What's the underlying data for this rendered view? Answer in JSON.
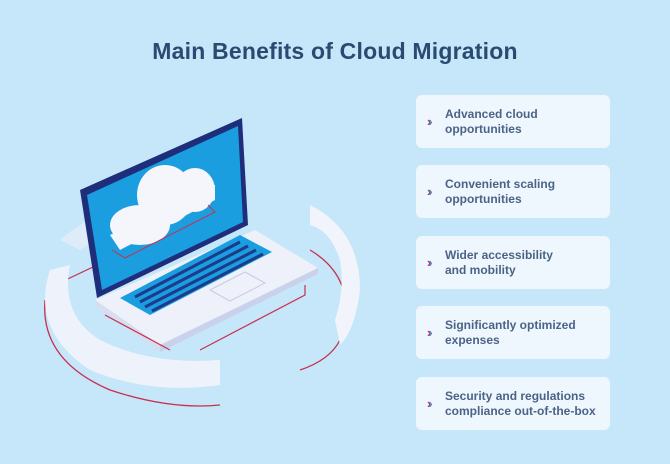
{
  "title": "Main Benefits of Cloud Migration",
  "benefits": [
    {
      "line1": "Advanced cloud",
      "line2": "opportunities"
    },
    {
      "line1": "Convenient scaling",
      "line2": "opportunities"
    },
    {
      "line1": "Wider accessibility",
      "line2": "and mobility"
    },
    {
      "line1": "Significantly optimized",
      "line2": "expenses"
    },
    {
      "line1": "Security and regulations",
      "line2": "compliance out-of-the-box"
    }
  ],
  "bullet_icon": "double-chevron-right-icon",
  "colors": {
    "background": "#c5e7f9",
    "title": "#2b4a72",
    "accent_red": "#c8304e",
    "screen": "#1a9ee0"
  }
}
